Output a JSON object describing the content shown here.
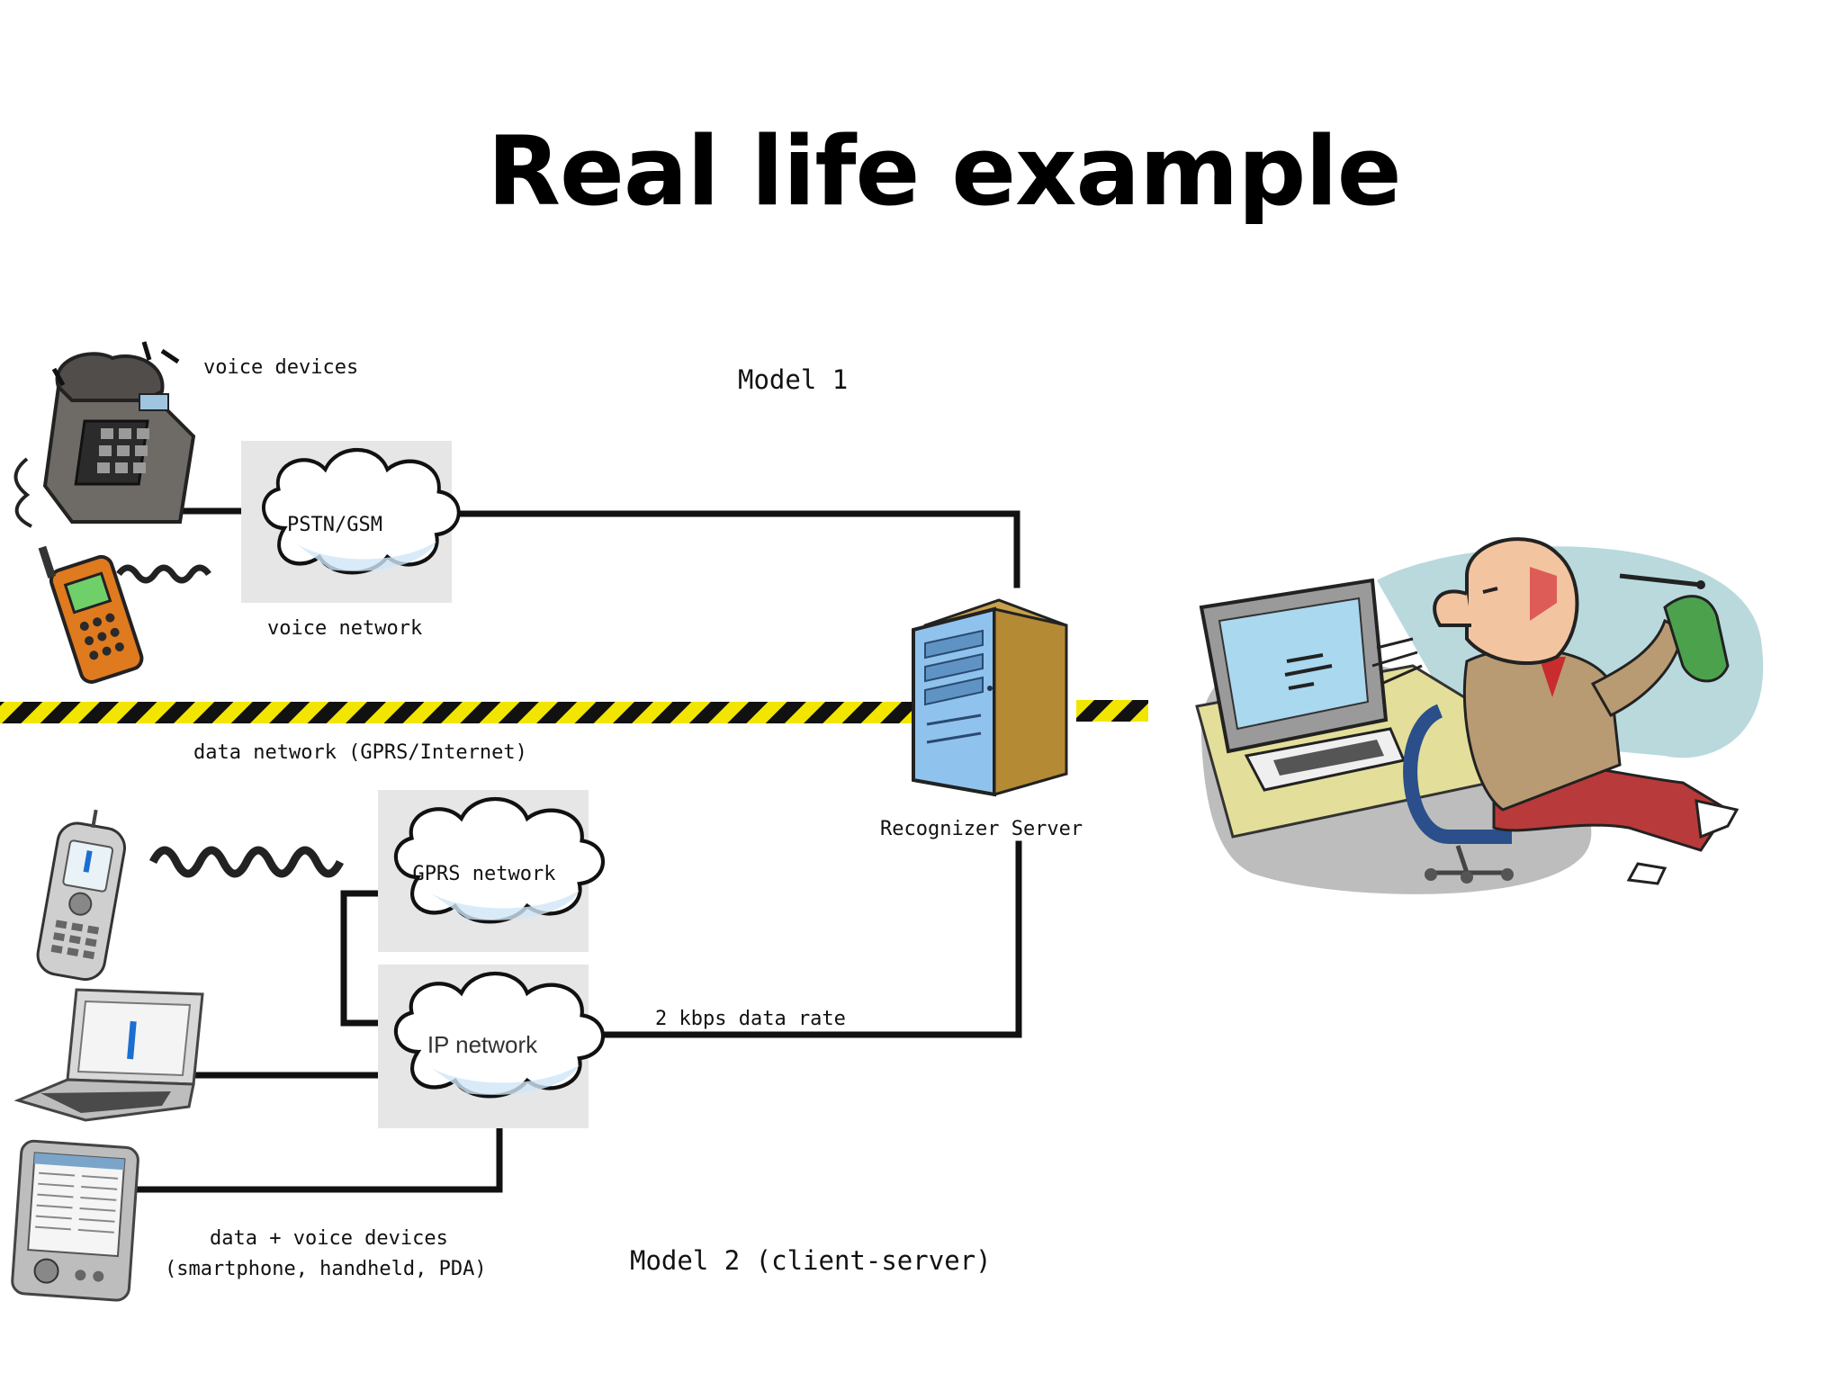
{
  "title": "Real life example",
  "diagram": {
    "model1_label": "Model 1",
    "model2_label": "Model 2 (client-server)",
    "voice_devices_label": "voice devices",
    "voice_network_label": "voice network",
    "pstn_label": "PSTN/GSM",
    "data_network_label": "data network (GPRS/Internet)",
    "gprs_label": "GPRS network",
    "ip_label": "IP network",
    "server_label": "Recognizer Server",
    "data_rate_label": "2 kbps data rate",
    "data_voice_devices_line1": "data + voice devices",
    "data_voice_devices_line2": "(smartphone, handheld, PDA)"
  },
  "icons": {
    "desk_phone": "desk-phone-icon",
    "cell_phone": "cell-phone-icon",
    "smartphone": "smartphone-icon",
    "laptop": "laptop-icon",
    "pda": "pda-icon",
    "server": "server-tower-icon",
    "person": "person-at-computer-illustration"
  },
  "colors": {
    "line": "#111111",
    "cloud_box": "#e6e6e6",
    "hazard_yellow": "#f2e600",
    "server_blue": "#8fc3ee",
    "server_gold": "#c9a14a"
  }
}
